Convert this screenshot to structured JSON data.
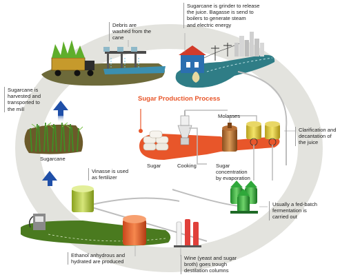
{
  "title": "Sugar Production Process",
  "captions": {
    "debris": "Debris are\nwashed from the\ncane",
    "grinder": "Sugarcane is grinder to release\nthe juice. Bagasse is send to\nboilers to generate steam\nand electric energy",
    "harvest": "Sugarcane is\nharvested and\ntransported to\nthe mill",
    "molasses": "Molasses",
    "clarification": "Clarification and\ndecantation of\nthe juice",
    "sugarcane": "Sugarcane",
    "sugar": "Sugar",
    "cooking": "Cooking",
    "concentration": "Sugar\nconcentration\nby evaporation",
    "vinasse": "Vinasse is used\nas fertilizer",
    "fed_batch": "Usually a fed-batch\nfermentation is\ncarried out",
    "ethanol": "Ethanol anhydrous and\nhydrated are produced",
    "wine": "Wine (yeast and sugar\nbroth) goes trough\ndestilation columns"
  },
  "colors": {
    "ring": "#e2e2dd",
    "accent": "#e8562a",
    "arrow": "#1f4fa8",
    "green_plate": "#4a7a1f",
    "teal_plate": "#2f7d86",
    "gold_tank": "#d7c23a"
  }
}
